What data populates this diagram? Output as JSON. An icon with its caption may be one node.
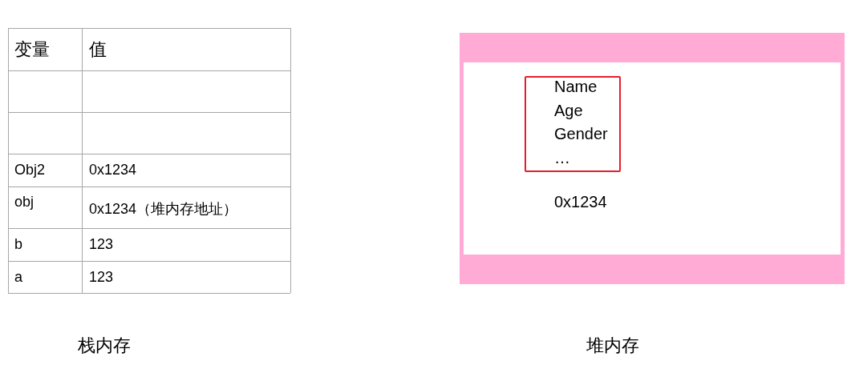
{
  "diagram": {
    "nodes": [
      {
        "text": [
          "0x1234"
        ]
      },
      {
        "text": [
          "Name",
          "Age",
          "Gender",
          "…"
        ],
        "in": 0
      }
    ],
    "labels": [
      "变量",
      "值",
      "Obj2",
      "0x1234",
      "obj",
      "0x1234（堆内存地址）",
      "b",
      "123",
      "a",
      "123",
      "栈内存",
      "堆内存"
    ]
  }
}
